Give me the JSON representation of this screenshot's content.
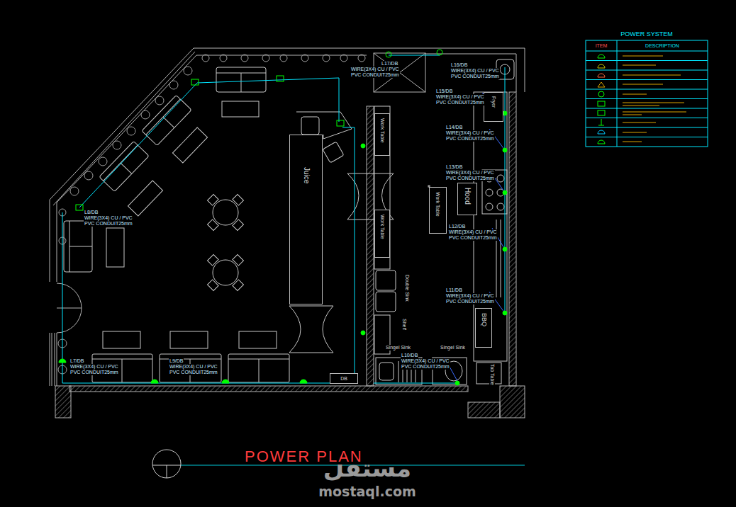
{
  "diagram": {
    "title": "POWER PLAN",
    "nodes": [
      {
        "text": [
          "Juice"
        ]
      },
      {
        "text": [
          "Work Table"
        ]
      },
      {
        "text": [
          "Work Table"
        ]
      },
      {
        "text": [
          "Work Table"
        ]
      },
      {
        "text": [
          "Fryer"
        ]
      },
      {
        "text": [
          "Hood"
        ]
      },
      {
        "text": [
          "BBQ"
        ]
      },
      {
        "text": [
          "DB"
        ]
      }
    ],
    "labels": [
      "POWER SYSTEM",
      "ITEM",
      "DESCRIPTION",
      "L8/DB",
      "WIRE(3X4) CU / PVC",
      "PVC CONDUIT25mm",
      "L7/DB",
      "WIRE(3X4) CU / PVC",
      "PVC CONDUIT25mm",
      "L9/DB",
      "WIRE(3X4) CU / PVC",
      "PVC CONDUIT25mm",
      "L17/DB",
      "WIRE(3X4) CU / PVC",
      "PVC CONDUIT25mm",
      "L16/DB",
      "WIRE(3X4) CU / PVC",
      "PVC CONDUIT25mm",
      "L15/DB",
      "WIRE(3X4) CU / PVC",
      "PVC CONDUIT25mm",
      "L14/DB",
      "WIRE(3X4) CU / PVC",
      "PVC CONDUIT25mm",
      "L13/DB",
      "WIRE(3X4) CU / PVC",
      "PVC CONDUIT25mm",
      "L12/DB",
      "WIRE(3X4) CU / PVC",
      "PVC CONDUIT25mm",
      "L11/DB",
      "WIRE(3X4) CU / PVC",
      "PVC CONDUIT25mm",
      "L10/DB",
      "WIRE(3X4) CU / PVC",
      "PVC CONDUIT25mm",
      "Double Sink",
      "Shelf",
      "Singel Sink",
      "Singel Sink",
      "Tab Table",
      "مستقل",
      "mostaql.com"
    ]
  }
}
